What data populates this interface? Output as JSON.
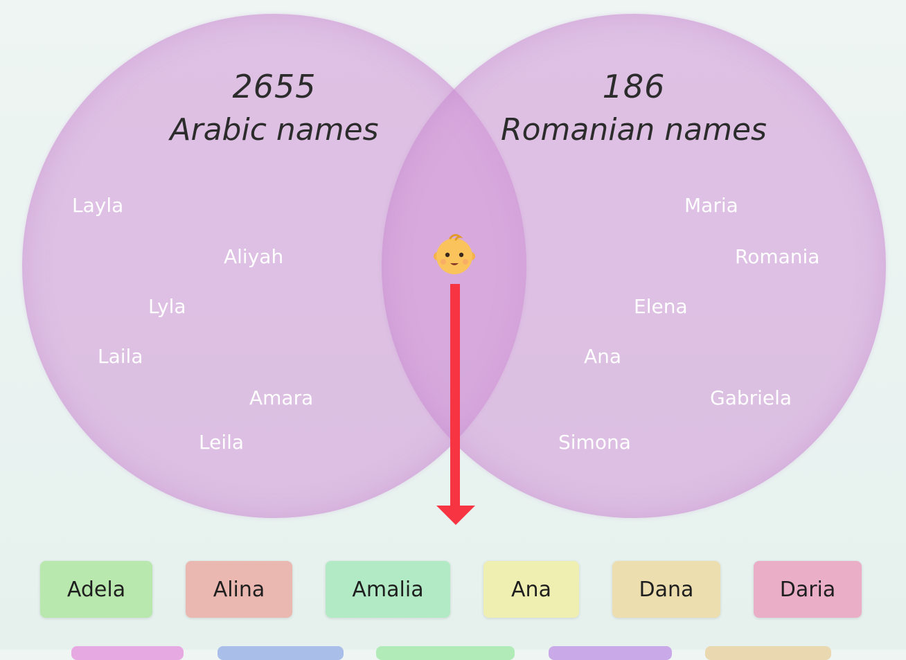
{
  "venn": {
    "left": {
      "count": "2655",
      "label": "Arabic names",
      "names": [
        "Layla",
        "Aliyah",
        "Lyla",
        "Laila",
        "Amara",
        "Leila"
      ]
    },
    "right": {
      "count": "186",
      "label": "Romanian names",
      "names": [
        "Maria",
        "Romania",
        "Elena",
        "Ana",
        "Gabriela",
        "Simona"
      ]
    },
    "center_icon": "baby-face-icon",
    "arrow_color": "#f73442",
    "circle_color": "#d296d7"
  },
  "results": {
    "chips": [
      {
        "label": "Adela",
        "color": "#b8e8ae"
      },
      {
        "label": "Alina",
        "color": "#eab8b0"
      },
      {
        "label": "Amalia",
        "color": "#b1eac4"
      },
      {
        "label": "Ana",
        "color": "#efefb2"
      },
      {
        "label": "Dana",
        "color": "#ecdeaf"
      },
      {
        "label": "Daria",
        "color": "#ebaec7"
      }
    ],
    "partial_chip_colors": [
      "#e7a9e1",
      "#a9bfe9",
      "#b1ebb8",
      "#c9a9e8",
      "#ead8b1"
    ]
  }
}
